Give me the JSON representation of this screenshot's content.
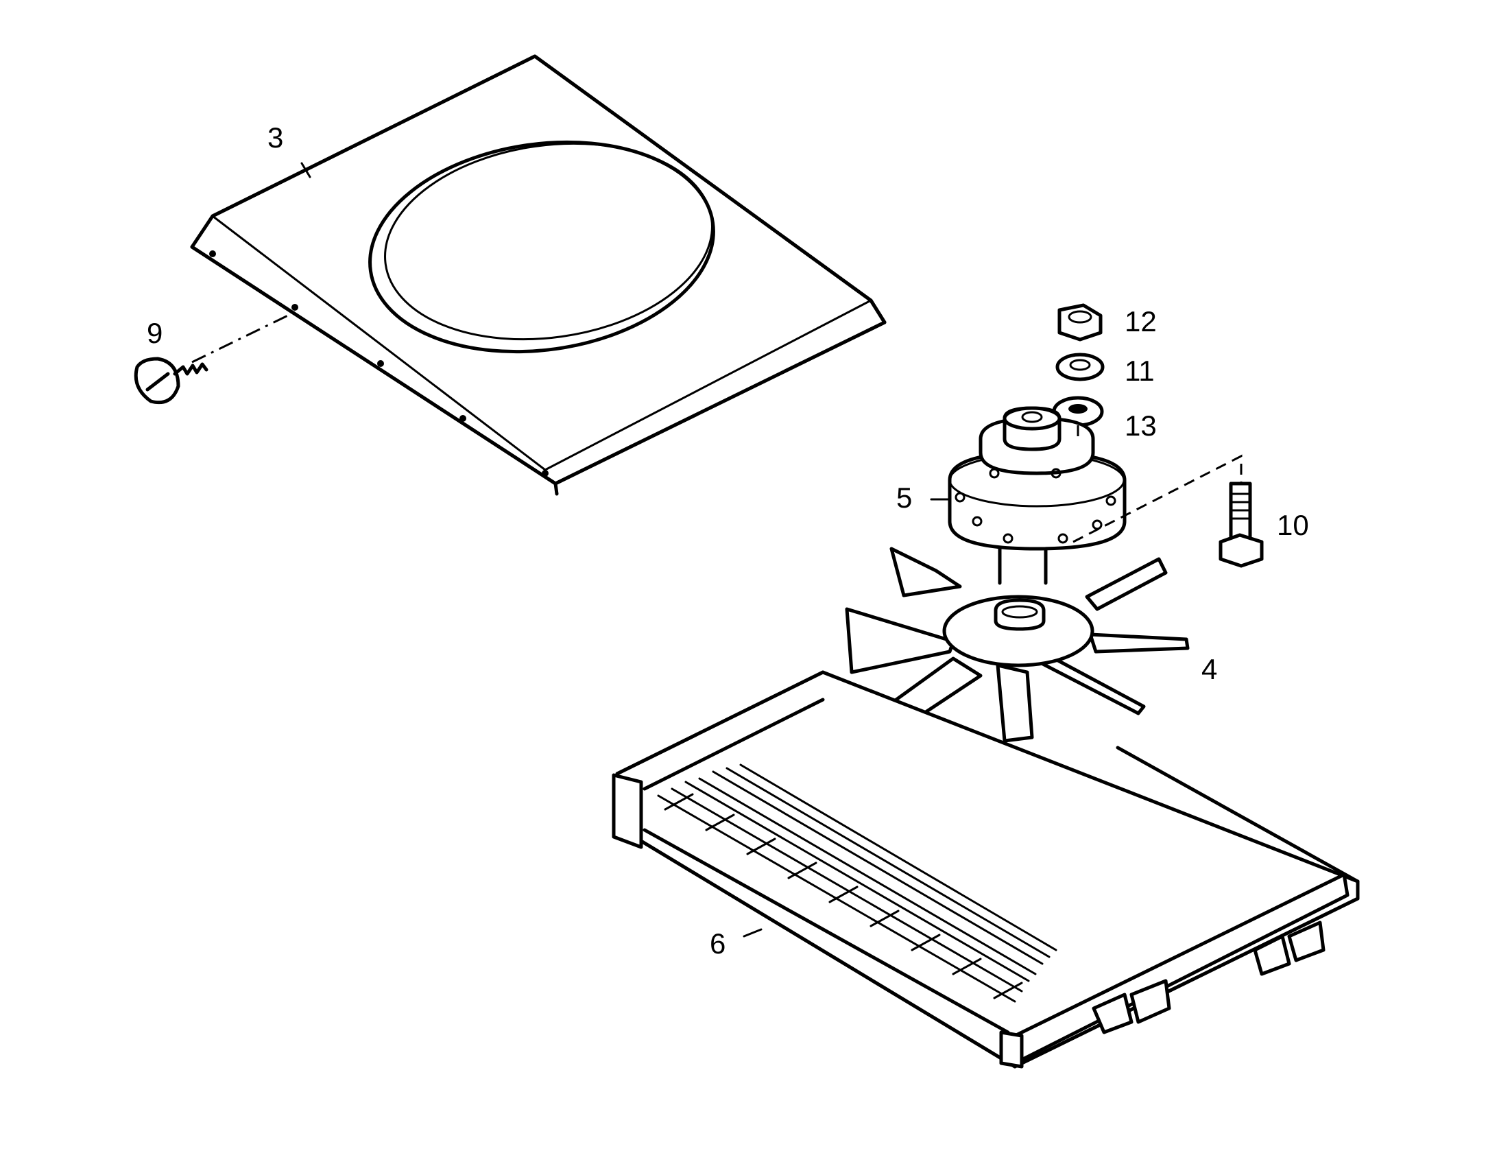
{
  "callouts": {
    "part_3": "3",
    "part_4": "4",
    "part_5": "5",
    "part_6": "6",
    "part_9": "9",
    "part_10": "10",
    "part_11": "11",
    "part_12": "12",
    "part_13": "13"
  }
}
